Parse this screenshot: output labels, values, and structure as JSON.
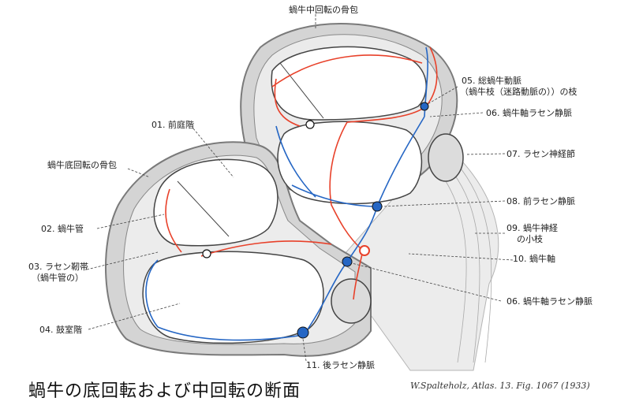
{
  "title": "蝸牛の底回転および中回転の断面",
  "credit": "W.Spalteholz, Atlas. 13. Fig. 1067 (1933)",
  "labels": {
    "mid_capsule": "蝸牛中回転の骨包",
    "artery_1": "05. 総蝸牛動脈",
    "artery_2": "（蝸牛枝（迷路動脈の））の枝",
    "modiolar_vein_top": "06. 蝸牛軸ラセン静脈",
    "scala_vestibuli": "01. 前庭階",
    "spiral_ganglion": "07. ラセン神経節",
    "basal_capsule": "蝸牛底回転の骨包",
    "ant_spiral_vein": "08. 前ラセン静脈",
    "cochlear_duct": "02.  蝸牛管",
    "nerve_1": "09. 蝸牛神経",
    "nerve_2": "の小枝",
    "modiolus": "10. 蝸牛軸",
    "spiral_lig_1": "03. ラセン靭帯",
    "spiral_lig_2": "（蝸牛管の）",
    "modiolar_vein_bottom": "06. 蝸牛軸ラセン静脈",
    "scala_tympani": "04. 鼓室階",
    "post_spiral_vein": "11. 後ラセン静脈"
  },
  "colors": {
    "bone": "#8c8c8c",
    "tissue": "#e6e6e6",
    "artery": "#e8412a",
    "vein": "#2566c4"
  }
}
